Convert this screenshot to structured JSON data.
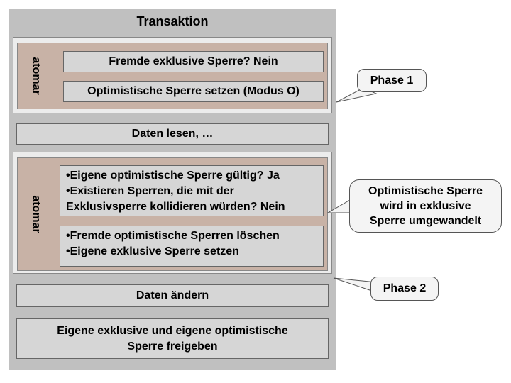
{
  "diagram": {
    "title": "Transaktion",
    "phase1": {
      "atomic_label": "atomar",
      "step1": "Fremde exklusive Sperre? Nein",
      "step2": "Optimistische Sperre setzen (Modus O)"
    },
    "read_step": "Daten lesen, …",
    "phase2": {
      "atomic_label": "atomar",
      "check_lines": [
        "•Eigene optimistische Sperre gültig? Ja",
        "•Existieren Sperren, die mit der",
        "Exklusivsperre kollidieren würden?  Nein"
      ],
      "action_lines": [
        "•Fremde optimistische Sperren löschen",
        "•Eigene exklusive Sperre setzen"
      ]
    },
    "change_step": "Daten ändern",
    "release_lines": [
      "Eigene exklusive und eigene optimistische",
      "Sperre freigeben"
    ]
  },
  "callouts": {
    "phase1": "Phase 1",
    "conversion_lines": [
      "Optimistische Sperre",
      "wird in exklusive",
      "Sperre umgewandelt"
    ],
    "phase2": "Phase 2"
  }
}
